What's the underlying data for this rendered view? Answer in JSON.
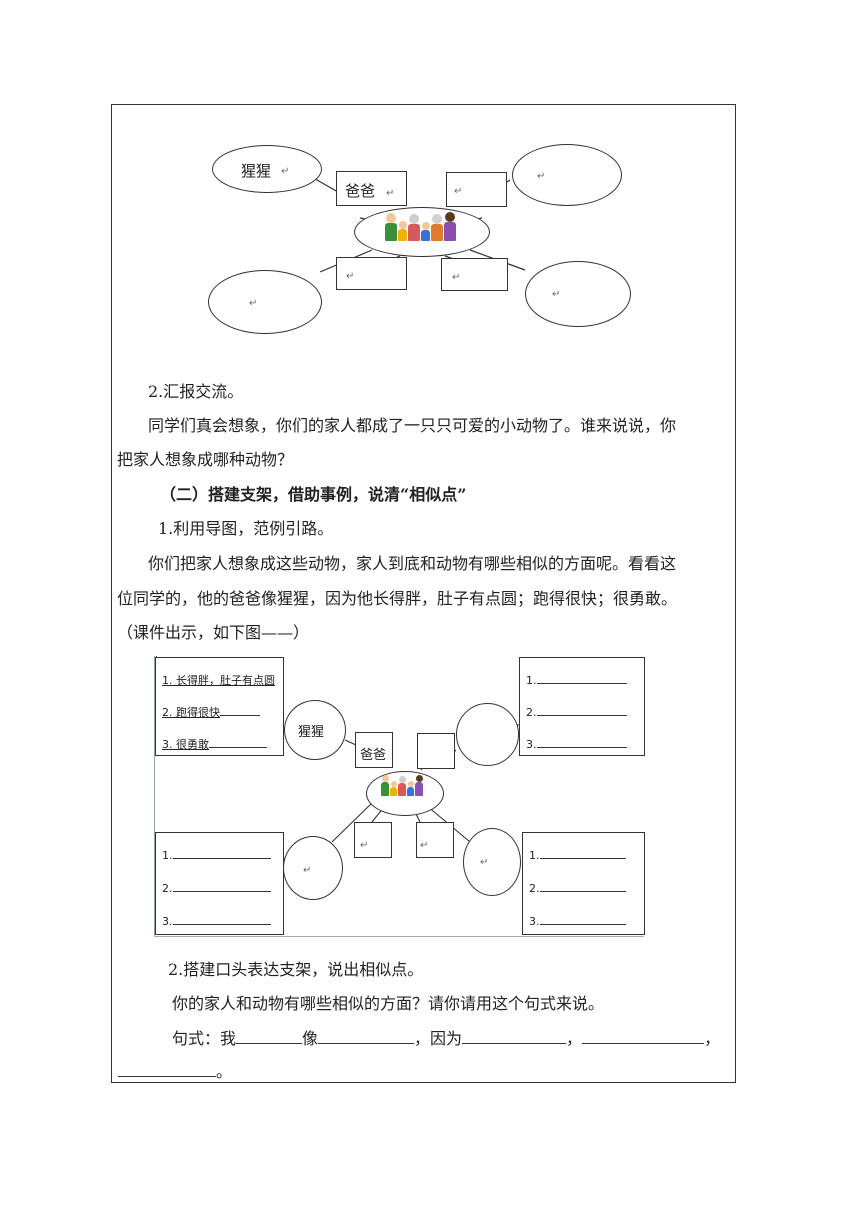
{
  "diagram1": {
    "ellipse_top_left_label": "猩猩",
    "box_top_left_label": "爸爸",
    "return_mark": "↵"
  },
  "section1": {
    "heading": "2.汇报交流。",
    "para_line1": "同学们真会想象，你们的家人都成了一只只可爱的小动物了。谁来说说，你",
    "para_line2": "把家人想象成哪种动物？"
  },
  "section2": {
    "title": "（二）搭建支架，借助事例，说清“相似点”",
    "step1": "1.利用导图，范例引路。",
    "para_line1": "你们把家人想象成这些动物，家人到底和动物有哪些相似的方面呢。看看这",
    "para_line2": "位同学的，他的爸爸像猩猩，因为他长得胖，肚子有点圆；跑得很快；很勇敢。",
    "para_line3": "（课件出示，如下图——）"
  },
  "diagram2": {
    "list_top_left": [
      "1. 长得胖，肚子有点圆",
      "2. 跑得很快",
      "3. 很勇敢"
    ],
    "list_prefixes": [
      "1.",
      "2.",
      "3."
    ],
    "ellipse_label": "猩猩",
    "box_label": "爸爸",
    "return_mark": "↵"
  },
  "section3": {
    "step2": "2.搭建口头表达支架，说出相似点。",
    "question": "你的家人和动物有哪些相似的方面？请你请用这个句式来说。",
    "pattern_label": "句式：我",
    "pattern_like": "像",
    "pattern_because": "，因为",
    "pattern_comma": "，",
    "pattern_end": "。"
  }
}
